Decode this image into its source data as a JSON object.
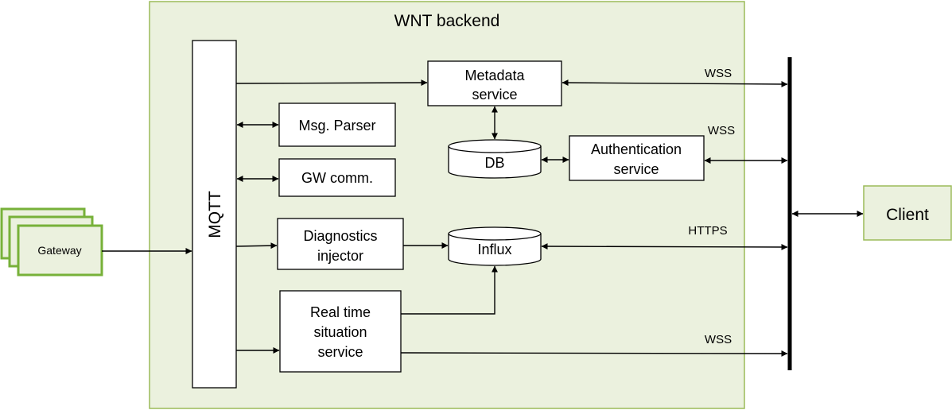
{
  "diagram": {
    "backend": {
      "title": "WNT backend"
    },
    "mqtt": "MQTT",
    "gateway": "Gateway",
    "metadata": {
      "line1": "Metadata",
      "line2": "service"
    },
    "parser": "Msg. Parser",
    "gwcomm": "GW comm.",
    "db": "DB",
    "auth": {
      "line1": "Authentication",
      "line2": "service"
    },
    "diag": {
      "line1": "Diagnostics",
      "line2": "injector"
    },
    "influx": "Influx",
    "realtime": {
      "line1": "Real time",
      "line2": "situation",
      "line3": "service"
    },
    "client": "Client",
    "links": {
      "wss1": "WSS",
      "wss2": "WSS",
      "https": "HTTPS",
      "wss3": "WSS"
    }
  },
  "colors": {
    "backend_fill": "#ebf1de",
    "backend_stroke": "#9bbb59",
    "gateway_fill": "#ebf1de",
    "gateway_stroke": "#77b139",
    "client_fill": "#ebf1de",
    "client_stroke": "#9bbb59"
  }
}
